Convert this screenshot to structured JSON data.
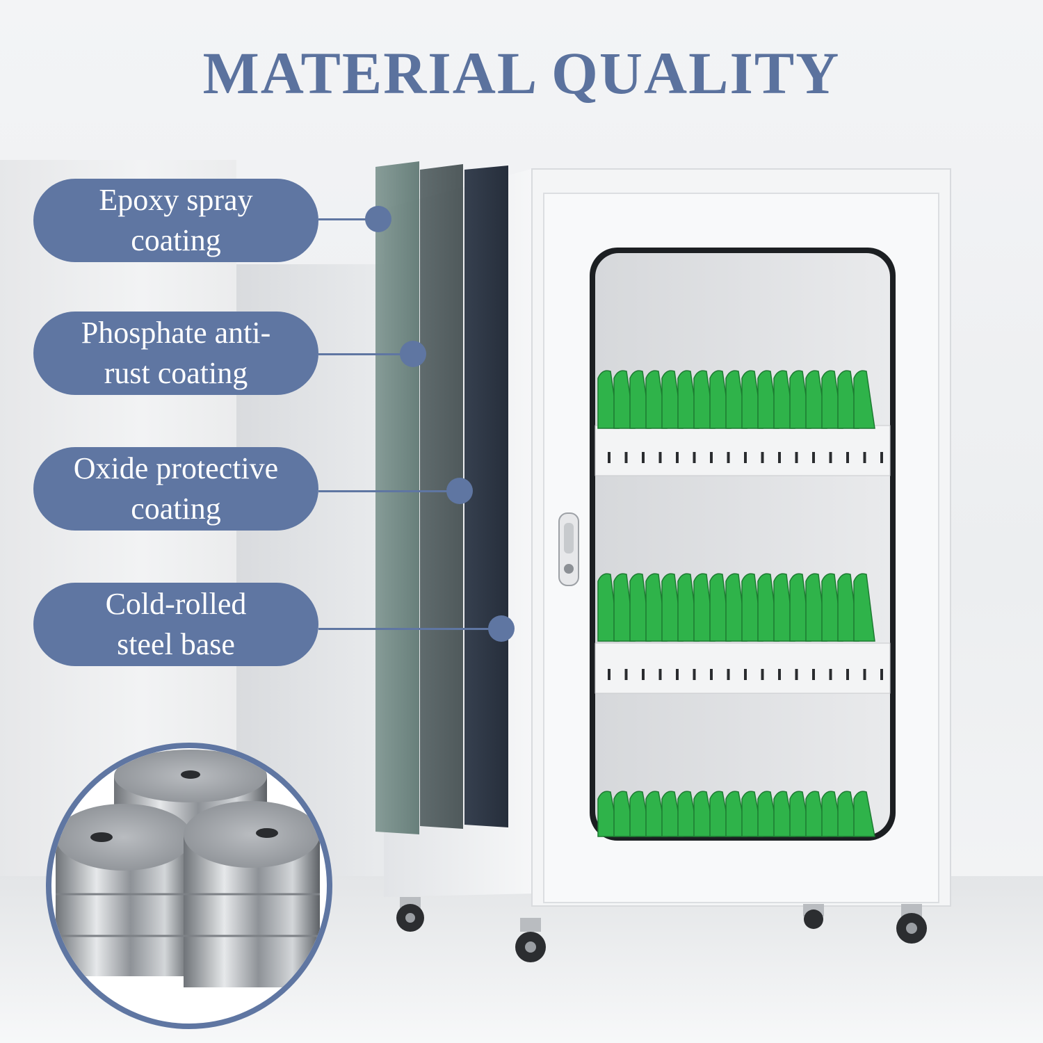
{
  "title": "MATERIAL QUALITY",
  "layers": [
    {
      "line1": "Epoxy spray",
      "line2": "coating"
    },
    {
      "line1": "Phosphate anti-",
      "line2": "rust coating"
    },
    {
      "line1": "Oxide protective",
      "line2": "coating"
    },
    {
      "line1": "Cold-rolled",
      "line2": "steel base"
    }
  ],
  "colors": {
    "accent": "#5f76a2",
    "title": "#5b729e",
    "cabinet": "#f4f5f6",
    "device_green": "#2fb34a"
  },
  "icons": [
    "steel-cylinders-icon",
    "cabinet-lock-icon",
    "caster-wheel-icon"
  ]
}
